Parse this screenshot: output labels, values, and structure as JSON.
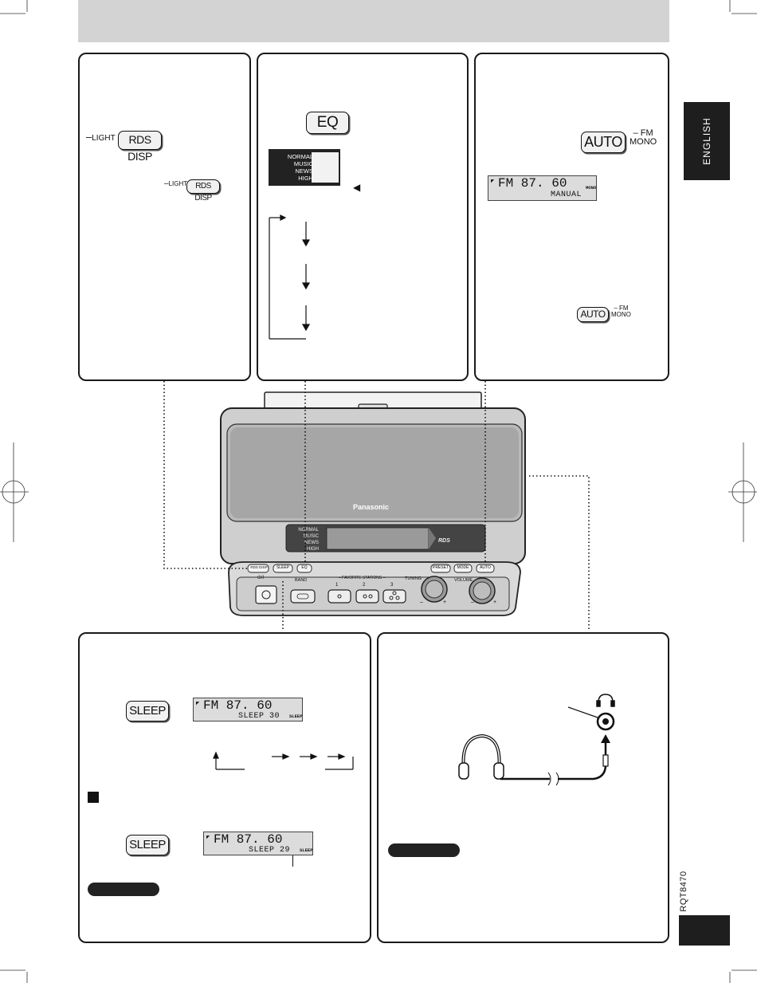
{
  "side_tab": {
    "label": "ENGLISH"
  },
  "model_code": "RQT8470",
  "panel_top_left": {
    "light_prefix": "LIGHT",
    "button_large": "RDS DISP",
    "light_prefix_small": "LIGHT",
    "button_small": "RDS DISP"
  },
  "panel_eq": {
    "button": "EQ",
    "scale_labels": [
      "NORMAL",
      "MUSIC",
      "NEWS",
      "HIGH"
    ]
  },
  "panel_auto": {
    "button_large": "AUTO",
    "fm_label": "FM",
    "mono_label": "MONO",
    "lcd_freq": "FM   87. 60",
    "lcd_sub": "MANUAL",
    "lcd_tag": "MONO",
    "button_small": "AUTO",
    "fm_label_small": "FM",
    "mono_label_small": "MONO"
  },
  "device": {
    "brand": "Panasonic",
    "scale_labels": [
      "NORMAL",
      "MUSIC",
      "NEWS",
      "HIGH"
    ],
    "rds_logo": "RDS",
    "top_buttons": [
      "RDS DISP",
      "SLEEP",
      "EQ",
      "PRESET",
      "MODE",
      "AUTO"
    ],
    "power_label": "⏻/I",
    "band_label": "BAND",
    "favorite_label": "FAVORITE STATIONS",
    "fav_numbers": [
      "1",
      "2",
      "3"
    ],
    "tuning_label": "TUNING",
    "volume_label": "VOLUME",
    "minus": "–",
    "plus": "+"
  },
  "panel_sleep": {
    "button_1": "SLEEP",
    "lcd1_freq": "FM  87. 60",
    "lcd1_sub": "SLEEP   30",
    "lcd1_tag": "SLEEP",
    "button_2": "SLEEP",
    "lcd2_freq": "FM  87. 60",
    "lcd2_sub": "SLEEP   29",
    "lcd2_tag": "SLEEP"
  },
  "panel_headphones": {}
}
